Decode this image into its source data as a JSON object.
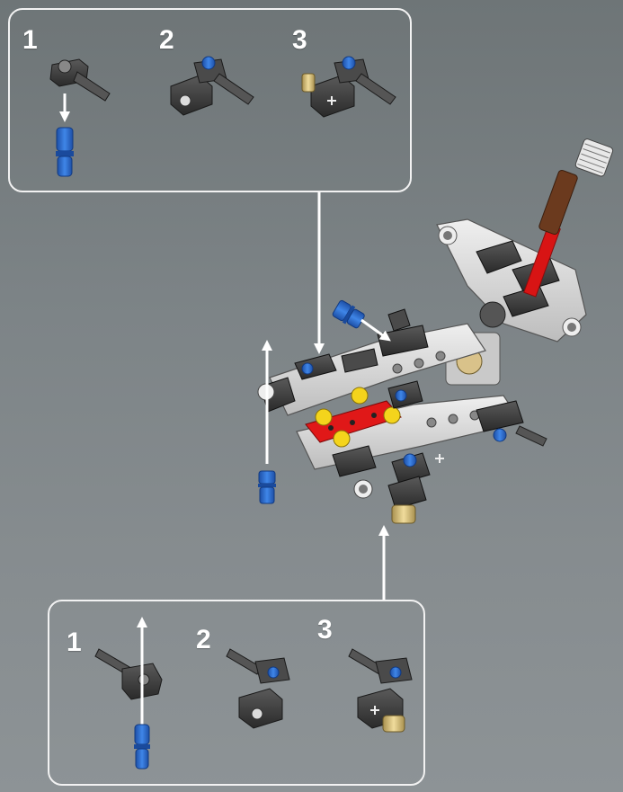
{
  "top_callout": {
    "steps": [
      "1",
      "2",
      "3"
    ]
  },
  "bottom_callout": {
    "steps": [
      "1",
      "2",
      "3"
    ]
  },
  "icons": {
    "arrow": "white-arrow-icon",
    "pin": "blue-pin-icon",
    "beam": "gray-beam-icon",
    "gear": "gear-icon",
    "axle": "axle-icon"
  },
  "colors": {
    "background": "#7d8487",
    "callout_border": "#f2f2f2",
    "pin_blue": "#2f6fd1",
    "beam_light": "#d9d9d9",
    "beam_dark": "#3a3a3a",
    "accent_red": "#e01818",
    "accent_yellow": "#f4d41c",
    "accent_tan": "#d9c28a",
    "brown": "#6b3a1e"
  }
}
